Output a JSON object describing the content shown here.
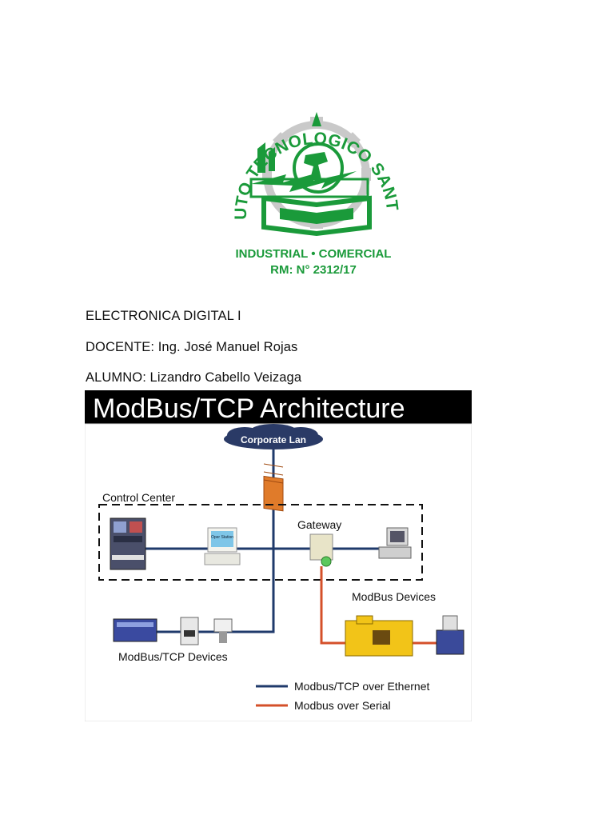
{
  "logo": {
    "arc_text": "INSTITUTO TECNOLOGICO SANTA CRUZ",
    "line1": "INDUSTRIAL • COMERCIAL",
    "line2": "RM: N° 2312/17",
    "color": "#1a9a3a"
  },
  "info": {
    "subject": "ELECTRONICA DIGITAL I",
    "teacher": "DOCENTE: Ing. José Manuel Rojas",
    "student": "ALUMNO: Lizandro Cabello Veizaga"
  },
  "diagram": {
    "title": "ModBus/TCP Architecture",
    "cloud_label": "Corporate Lan",
    "control_center": "Control Center",
    "gateway": "Gateway",
    "screen_text": "Oper Station",
    "modbus_devices": "ModBus Devices",
    "tcp_devices": "ModBus/TCP Devices",
    "legend": [
      {
        "label": "Modbus/TCP over Ethernet",
        "color": "#1f3a6b"
      },
      {
        "label": "Modbus over Serial",
        "color": "#d4502a"
      }
    ]
  }
}
